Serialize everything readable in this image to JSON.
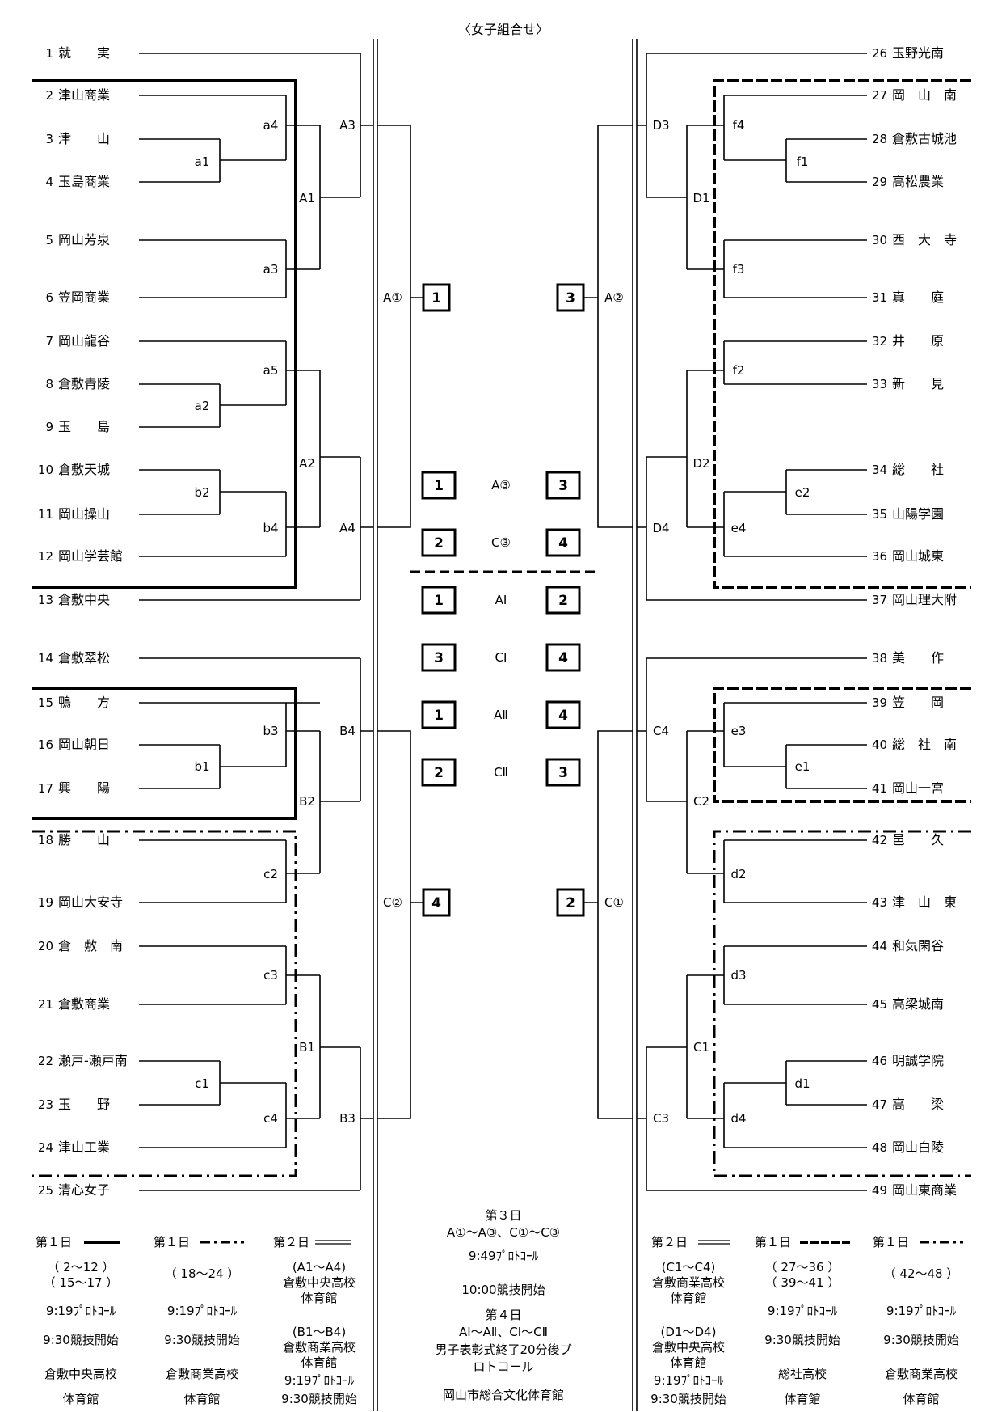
{
  "title": "〈女子組合せ〉",
  "left_teams": [
    {
      "no": "1",
      "name": "就　　実"
    },
    {
      "no": "2",
      "name": "津山商業"
    },
    {
      "no": "3",
      "name": "津　　山"
    },
    {
      "no": "4",
      "name": "玉島商業"
    },
    {
      "no": "5",
      "name": "岡山芳泉"
    },
    {
      "no": "6",
      "name": "笠岡商業"
    },
    {
      "no": "7",
      "name": "岡山龍谷"
    },
    {
      "no": "8",
      "name": "倉敷青陵"
    },
    {
      "no": "9",
      "name": "玉　　島"
    },
    {
      "no": "10",
      "name": "倉敷天城"
    },
    {
      "no": "11",
      "name": "岡山操山"
    },
    {
      "no": "12",
      "name": "岡山学芸館"
    },
    {
      "no": "13",
      "name": "倉敷中央"
    },
    {
      "no": "14",
      "name": "倉敷翠松"
    },
    {
      "no": "15",
      "name": "鴨　　方"
    },
    {
      "no": "16",
      "name": "岡山朝日"
    },
    {
      "no": "17",
      "name": "興　　陽"
    },
    {
      "no": "18",
      "name": "勝　　山"
    },
    {
      "no": "19",
      "name": "岡山大安寺"
    },
    {
      "no": "20",
      "name": "倉　敷　南"
    },
    {
      "no": "21",
      "name": "倉敷商業"
    },
    {
      "no": "22",
      "name": "瀬戸-瀬戸南"
    },
    {
      "no": "23",
      "name": "玉　　野"
    },
    {
      "no": "24",
      "name": "津山工業"
    },
    {
      "no": "25",
      "name": "清心女子"
    }
  ],
  "right_teams": [
    {
      "no": "26",
      "name": "玉野光南"
    },
    {
      "no": "27",
      "name": "岡　山　南"
    },
    {
      "no": "28",
      "name": "倉敷古城池"
    },
    {
      "no": "29",
      "name": "高松農業"
    },
    {
      "no": "30",
      "name": "西　大　寺"
    },
    {
      "no": "31",
      "name": "真　　庭"
    },
    {
      "no": "32",
      "name": "井　　原"
    },
    {
      "no": "33",
      "name": "新　　見"
    },
    {
      "no": "34",
      "name": "総　　社"
    },
    {
      "no": "35",
      "name": "山陽学園"
    },
    {
      "no": "36",
      "name": "岡山城東"
    },
    {
      "no": "37",
      "name": "岡山理大附"
    },
    {
      "no": "38",
      "name": "美　　作"
    },
    {
      "no": "39",
      "name": "笠　　岡"
    },
    {
      "no": "40",
      "name": "総　社　南"
    },
    {
      "no": "41",
      "name": "岡山一宮"
    },
    {
      "no": "42",
      "name": "邑　　久"
    },
    {
      "no": "43",
      "name": "津　山　東"
    },
    {
      "no": "44",
      "name": "和気閑谷"
    },
    {
      "no": "45",
      "name": "高梁城南"
    },
    {
      "no": "46",
      "name": "明誠学院"
    },
    {
      "no": "47",
      "name": "高　　梁"
    },
    {
      "no": "48",
      "name": "岡山白陵"
    },
    {
      "no": "49",
      "name": "岡山東商業"
    }
  ],
  "match_labels": {
    "a1": "a1",
    "a2": "a2",
    "a3": "a3",
    "a4": "a4",
    "a5": "a5",
    "b1": "b1",
    "b2": "b2",
    "b3": "b3",
    "b4": "b4",
    "c1": "c1",
    "c2": "c2",
    "c3": "c3",
    "c4": "c4",
    "d1": "d1",
    "d2": "d2",
    "d3": "d3",
    "d4": "d4",
    "e1": "e1",
    "e2": "e2",
    "e3": "e3",
    "e4": "e4",
    "f1": "f1",
    "f2": "f2",
    "f3": "f3",
    "f4": "f4",
    "A1": "A1",
    "A2": "A2",
    "A3": "A3",
    "A4": "A4",
    "B1": "B1",
    "B2": "B2",
    "B3": "B3",
    "B4": "B4",
    "C1": "C1",
    "C2": "C2",
    "C3": "C3",
    "C4": "C4",
    "D1": "D1",
    "D2": "D2",
    "D3": "D3",
    "D4": "D4",
    "Ac1": "A①",
    "Ac2": "A②",
    "Cc1": "C①",
    "Cc2": "C②"
  },
  "boxes": {
    "Ac1": "1",
    "Ac2": "3",
    "Cc2": "4",
    "Cc1": "2"
  },
  "center_rows": [
    {
      "left": "1",
      "label": "A③",
      "right": "3"
    },
    {
      "left": "2",
      "label": "C③",
      "right": "4"
    },
    {
      "left": "1",
      "label": "AⅠ",
      "right": "2"
    },
    {
      "left": "3",
      "label": "CⅠ",
      "right": "4"
    },
    {
      "left": "1",
      "label": "AⅡ",
      "right": "4"
    },
    {
      "left": "2",
      "label": "CⅡ",
      "right": "3"
    }
  ],
  "footer": {
    "left1": {
      "title": "第１日",
      "l1": "（ 2～12 ）",
      "l2": "（ 15～17 ）",
      "l3": "9:19ﾌﾟﾛﾄｺｰﾙ",
      "l4": "9:30競技開始",
      "l5": "倉敷中央高校",
      "l6": "体育館"
    },
    "left2": {
      "title": "第１日",
      "l1": "（ 18～24 ）",
      "l3": "9:19ﾌﾟﾛﾄｺｰﾙ",
      "l4": "9:30競技開始",
      "l5": "倉敷商業高校",
      "l6": "体育館"
    },
    "left3": {
      "title": "第２日",
      "l1": "(A1～A4)",
      "l2": "倉敷中央高校",
      "l3": "体育館",
      "l4": "(B1～B4)",
      "l5": "倉敷商業高校",
      "l6": "体育館",
      "l7": "9:19ﾌﾟﾛﾄｺｰﾙ",
      "l8": "9:30競技開始"
    },
    "center": {
      "t1": "第３日",
      "t2": "A①～A③、C①～C③",
      "t3": "9:49ﾌﾟﾛﾄｺｰﾙ",
      "t4": "10:00競技開始",
      "t5": "第４日",
      "t6": "AⅠ～AⅡ、CⅠ～CⅡ",
      "t7": "男子表彰式終了20分後プ",
      "t8": "ロトコール",
      "t9": "岡山市総合文化体育館"
    },
    "right1": {
      "title": "第２日",
      "l1": "(C1～C4)",
      "l2": "倉敷商業高校",
      "l3": "体育館",
      "l4": "(D1～D4)",
      "l5": "倉敷中央高校",
      "l6": "体育館",
      "l7": "9:19ﾌﾟﾛﾄｺｰﾙ",
      "l8": "9:30競技開始"
    },
    "right2": {
      "title": "第１日",
      "l1": "（ 27～36 ）",
      "l2": "（ 39～41 ）",
      "l3": "9:19ﾌﾟﾛﾄｺｰﾙ",
      "l4": "9:30競技開始",
      "l5": "総社高校",
      "l6": "体育館"
    },
    "right3": {
      "title": "第１日",
      "l1": "（ 42～48 ）",
      "l3": "9:19ﾌﾟﾛﾄｺｰﾙ",
      "l4": "9:30競技開始",
      "l5": "倉敷商業高校",
      "l6": "体育館"
    }
  }
}
